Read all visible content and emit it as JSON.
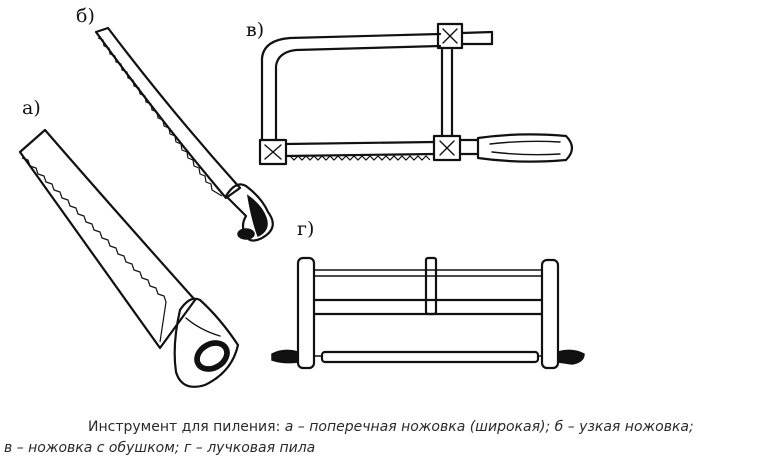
{
  "labels": {
    "a": "а)",
    "b": "б)",
    "v": "в)",
    "g": "г)"
  },
  "caption": {
    "lead": "Инструмент для пиления:",
    "p1": "а – поперечная ножовка (широкая); б – узкая ножовка;",
    "p2": "в – ножовка с обушком; г – лучковая пила"
  }
}
